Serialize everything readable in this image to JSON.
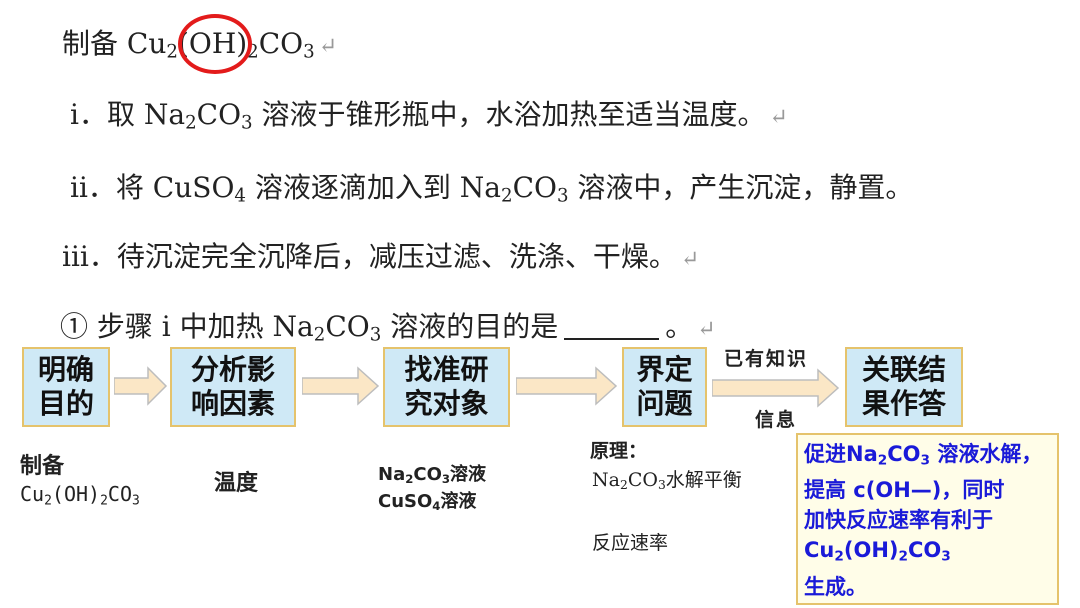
{
  "text": {
    "title_prefix": "制备 Cu",
    "title_sub1": "2",
    "title_mid": "(OH)",
    "title_sub2": "2",
    "title_end": "CO",
    "title_sub3": "3",
    "return_mark": "↵",
    "step1_a": "ⅰ．取 Na",
    "step1_s1": "2",
    "step1_b": "CO",
    "step1_s2": "3",
    "step1_c": " 溶液于锥形瓶中，水浴加热至适当温度。",
    "step2_a": "ⅱ．将 CuSO",
    "step2_s1": "4",
    "step2_b": " 溶液逐滴加入到 Na",
    "step2_s2": "2",
    "step2_c": "CO",
    "step2_s3": "3",
    "step2_d": " 溶液中，产生沉淀，静置。",
    "step3": "ⅲ．待沉淀完全沉降后，减压过滤、洗涤、干燥。",
    "q_a": "① 步骤 ⅰ 中加热 Na",
    "q_s1": "2",
    "q_b": "CO",
    "q_s2": "3",
    "q_c": " 溶液的目的是",
    "q_d": "。"
  },
  "flow": {
    "boxes": [
      {
        "l1": "明确",
        "l2": "目的"
      },
      {
        "l1": "分析影",
        "l2": "响因素"
      },
      {
        "l1": "找准研",
        "l2": "究对象"
      },
      {
        "l1": "界定",
        "l2": "问题"
      },
      {
        "l1": "关联结",
        "l2": "果作答"
      }
    ],
    "arrow_top_label": "已有知识",
    "arrow_bottom_label": "信息"
  },
  "notes": {
    "c1_a": "制备",
    "c1_b_pre": "Cu",
    "c1_b_s1": "2",
    "c1_b_mid": "(OH)",
    "c1_b_s2": "2",
    "c1_b_end": "CO",
    "c1_b_s3": "3",
    "c2": "温度",
    "c3_a_pre": "Na",
    "c3_a_s1": "2",
    "c3_a_mid": "CO",
    "c3_a_s2": "3",
    "c3_a_end": "溶液",
    "c3_b_pre": "CuSO",
    "c3_b_s1": "4",
    "c3_b_end": "溶液",
    "c4_a": "原理：",
    "c4_b_pre": "Na",
    "c4_b_s1": "2",
    "c4_b_mid": "CO",
    "c4_b_s2": "3",
    "c4_b_end": "水解平衡",
    "c4_c": "反应速率"
  },
  "answer": {
    "l1_pre": "促进Na",
    "l1_s1": "2",
    "l1_mid": "CO",
    "l1_s2": "3",
    "l1_end": " 溶液水解，",
    "l2": "提高 c(OH—)，同时",
    "l3": "加快反应速率有利于",
    "l4_pre": "Cu",
    "l4_s1": "2",
    "l4_mid": "(OH)",
    "l4_s2": "2",
    "l4_end": "CO",
    "l4_s3": "3",
    "l5": " 生成。"
  },
  "colors": {
    "circle": "#e31b1b",
    "box_fill": "#cfe9f6",
    "box_border": "#e5c36c",
    "answer_text": "#1a1ad8"
  }
}
